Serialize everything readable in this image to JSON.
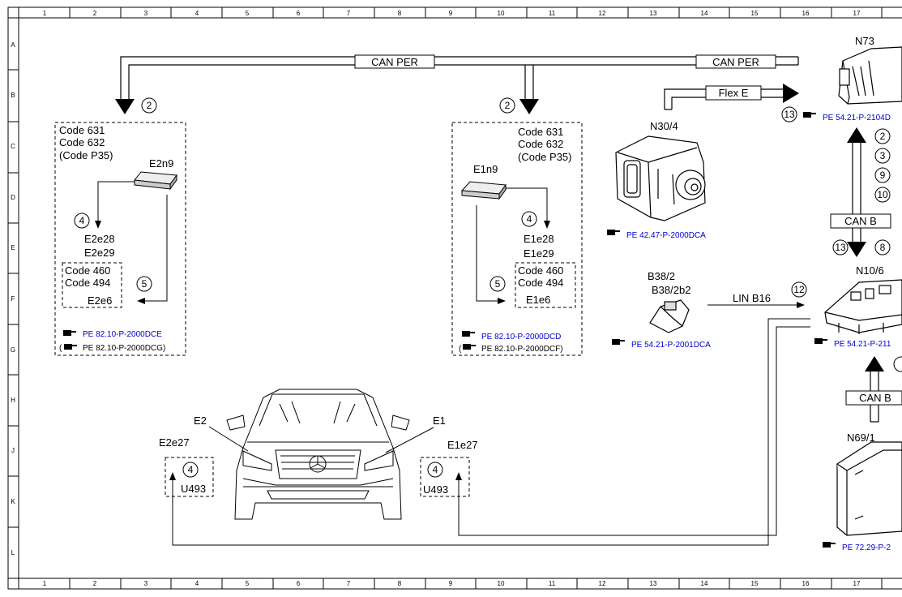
{
  "grid": {
    "columns": [
      "1",
      "2",
      "3",
      "4",
      "5",
      "6",
      "7",
      "8",
      "9",
      "10",
      "11",
      "12",
      "13",
      "14",
      "15",
      "16",
      "17"
    ],
    "rows": [
      "A",
      "B",
      "C",
      "D",
      "E",
      "F",
      "G",
      "H",
      "J",
      "K",
      "L"
    ]
  },
  "buses": {
    "can_per": "CAN PER",
    "flex_e": "Flex E",
    "can_b": "CAN B",
    "lin_b16": "LIN B16"
  },
  "left_group": {
    "codes": [
      "Code 631",
      "Code 632",
      "(Code P35)"
    ],
    "module": "E2n9",
    "lamps": [
      "E2e28",
      "E2e29"
    ],
    "sub_codes": [
      "Code 460",
      "Code 494"
    ],
    "sub_lamp": "E2e6",
    "refs": [
      "PE 82.10-P-2000DCE",
      "PE 82.10-P-2000DCG)"
    ],
    "ref_paren": "("
  },
  "right_group": {
    "codes": [
      "Code 631",
      "Code 632",
      "(Code P35)"
    ],
    "module": "E1n9",
    "lamps": [
      "E1e28",
      "E1e29"
    ],
    "sub_codes": [
      "Code 460",
      "Code 494"
    ],
    "sub_lamp": "E1e6",
    "refs": [
      "PE 82.10-P-2000DCD",
      "PE 82.10-P-2000DCF)"
    ],
    "ref_paren": "("
  },
  "car": {
    "left_label": "E2",
    "right_label": "E1",
    "left_lamp": "E2e27",
    "right_lamp": "E1e27",
    "left_box": "U493",
    "right_box": "U493"
  },
  "components": {
    "n30_4": {
      "label": "N30/4",
      "ref": "PE 42.47-P-2000DCA"
    },
    "b38_2": {
      "label": "B38/2",
      "label2": "B38/2b2",
      "ref": "PE 54.21-P-2001DCA"
    },
    "n73": {
      "label": "N73",
      "ref": "PE 54.21-P-2104D"
    },
    "n10_6": {
      "label": "N10/6",
      "ref": "PE 54.21-P-211"
    },
    "n69_1": {
      "label": "N69/1",
      "ref": "PE 72.29-P-2"
    }
  },
  "circles": {
    "c2": "2",
    "c3": "3",
    "c4": "4",
    "c5": "5",
    "c8": "8",
    "c9": "9",
    "c10": "10",
    "c12": "12",
    "c13": "13"
  },
  "icon": "pointing-hand-icon"
}
